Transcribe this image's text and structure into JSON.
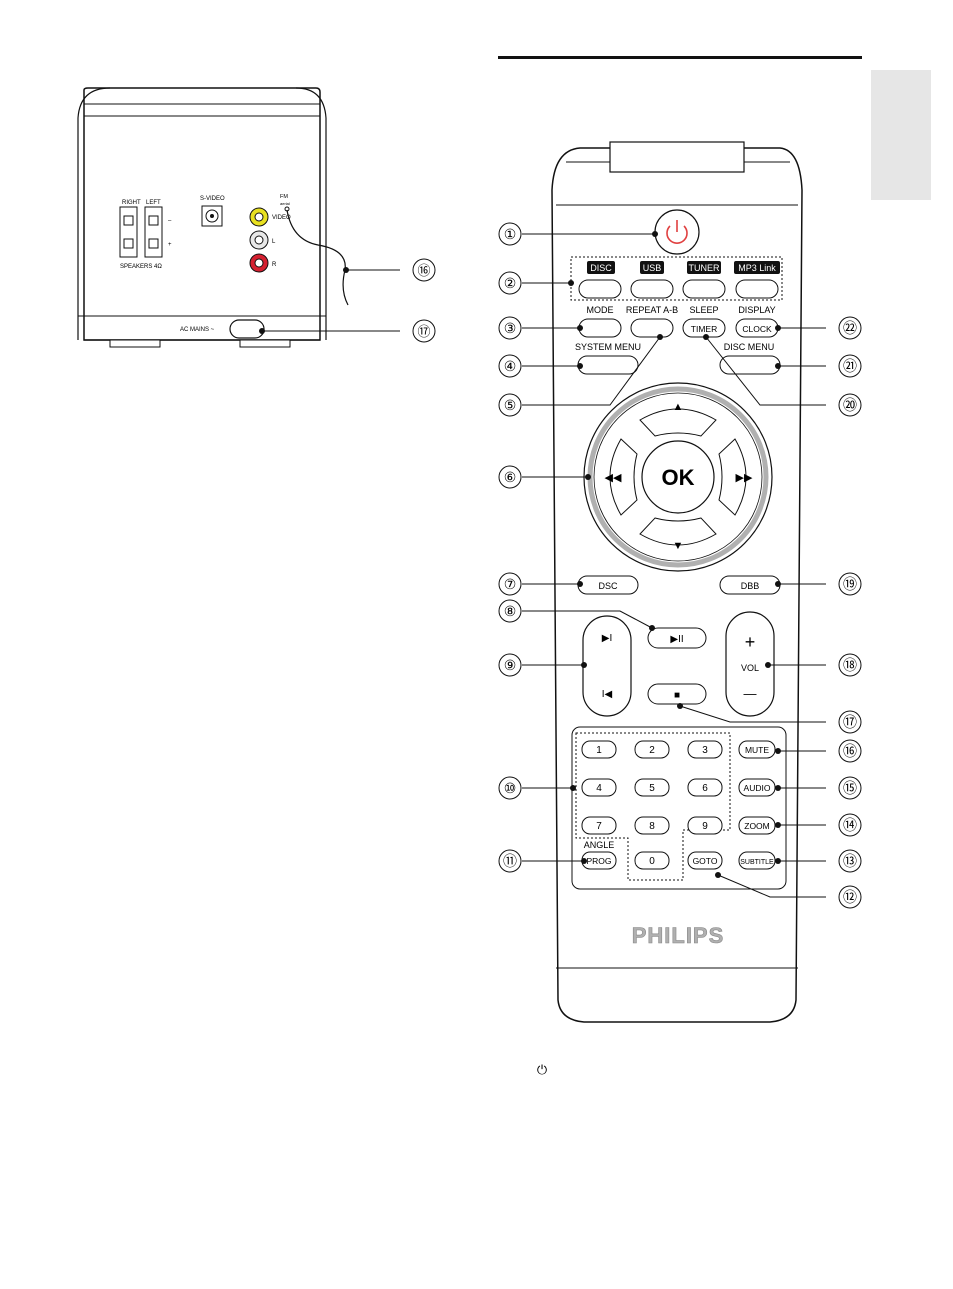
{
  "page": {
    "language_tab": "",
    "power_note_symbol": "⏻"
  },
  "rear_panel": {
    "speakers": {
      "right": "RIGHT",
      "left": "LEFT",
      "minus": "–",
      "plus": "+",
      "label": "SPEAKERS 4Ω"
    },
    "svideo": "S-VIDEO",
    "fm_label": "FM",
    "fm_sub": "aerial",
    "video": "VIDEO",
    "l": "L",
    "r": "R",
    "ac_mains": "AC MAINS ~",
    "callouts": [
      "⑯",
      "⑰"
    ]
  },
  "remote": {
    "brand": "PHILIPS",
    "source_labels": {
      "disc": "DISC",
      "usb": "USB",
      "tuner": "TUNER",
      "mp3": "MP3 Link"
    },
    "labels_above": {
      "mode": "MODE",
      "repeat": "REPEAT A-B",
      "sleep": "SLEEP",
      "display": "DISPLAY",
      "system_menu": "SYSTEM MENU",
      "disc_menu": "DISC MENU",
      "angle": "ANGLE"
    },
    "buttons": {
      "timer": "TIMER",
      "clock": "CLOCK",
      "ok": "OK",
      "up": "▲",
      "down": "▼",
      "rew": "◀◀",
      "ffw": "▶▶",
      "dsc": "DSC",
      "dbb": "DBB",
      "play_pause": "▶II",
      "stop": "■",
      "next": "▶I",
      "prev": "I◀",
      "vol_plus": "+",
      "vol": "VOL",
      "vol_minus": "—",
      "digits": [
        "1",
        "2",
        "3",
        "4",
        "5",
        "6",
        "7",
        "8",
        "9",
        "0"
      ],
      "prog": "PROG",
      "goto": "GOTO",
      "mute": "MUTE",
      "audio": "AUDIO",
      "zoom": "ZOOM",
      "subtitle": "SUBTITLE"
    },
    "callouts_left": [
      "①",
      "②",
      "③",
      "④",
      "⑤",
      "⑥",
      "⑦",
      "⑧",
      "⑨",
      "⑩",
      "⑪"
    ],
    "callouts_right": [
      "⑫",
      "⑬",
      "⑭",
      "⑮",
      "⑯",
      "⑰",
      "⑱",
      "⑲",
      "⑳",
      "㉑",
      "㉒"
    ]
  }
}
